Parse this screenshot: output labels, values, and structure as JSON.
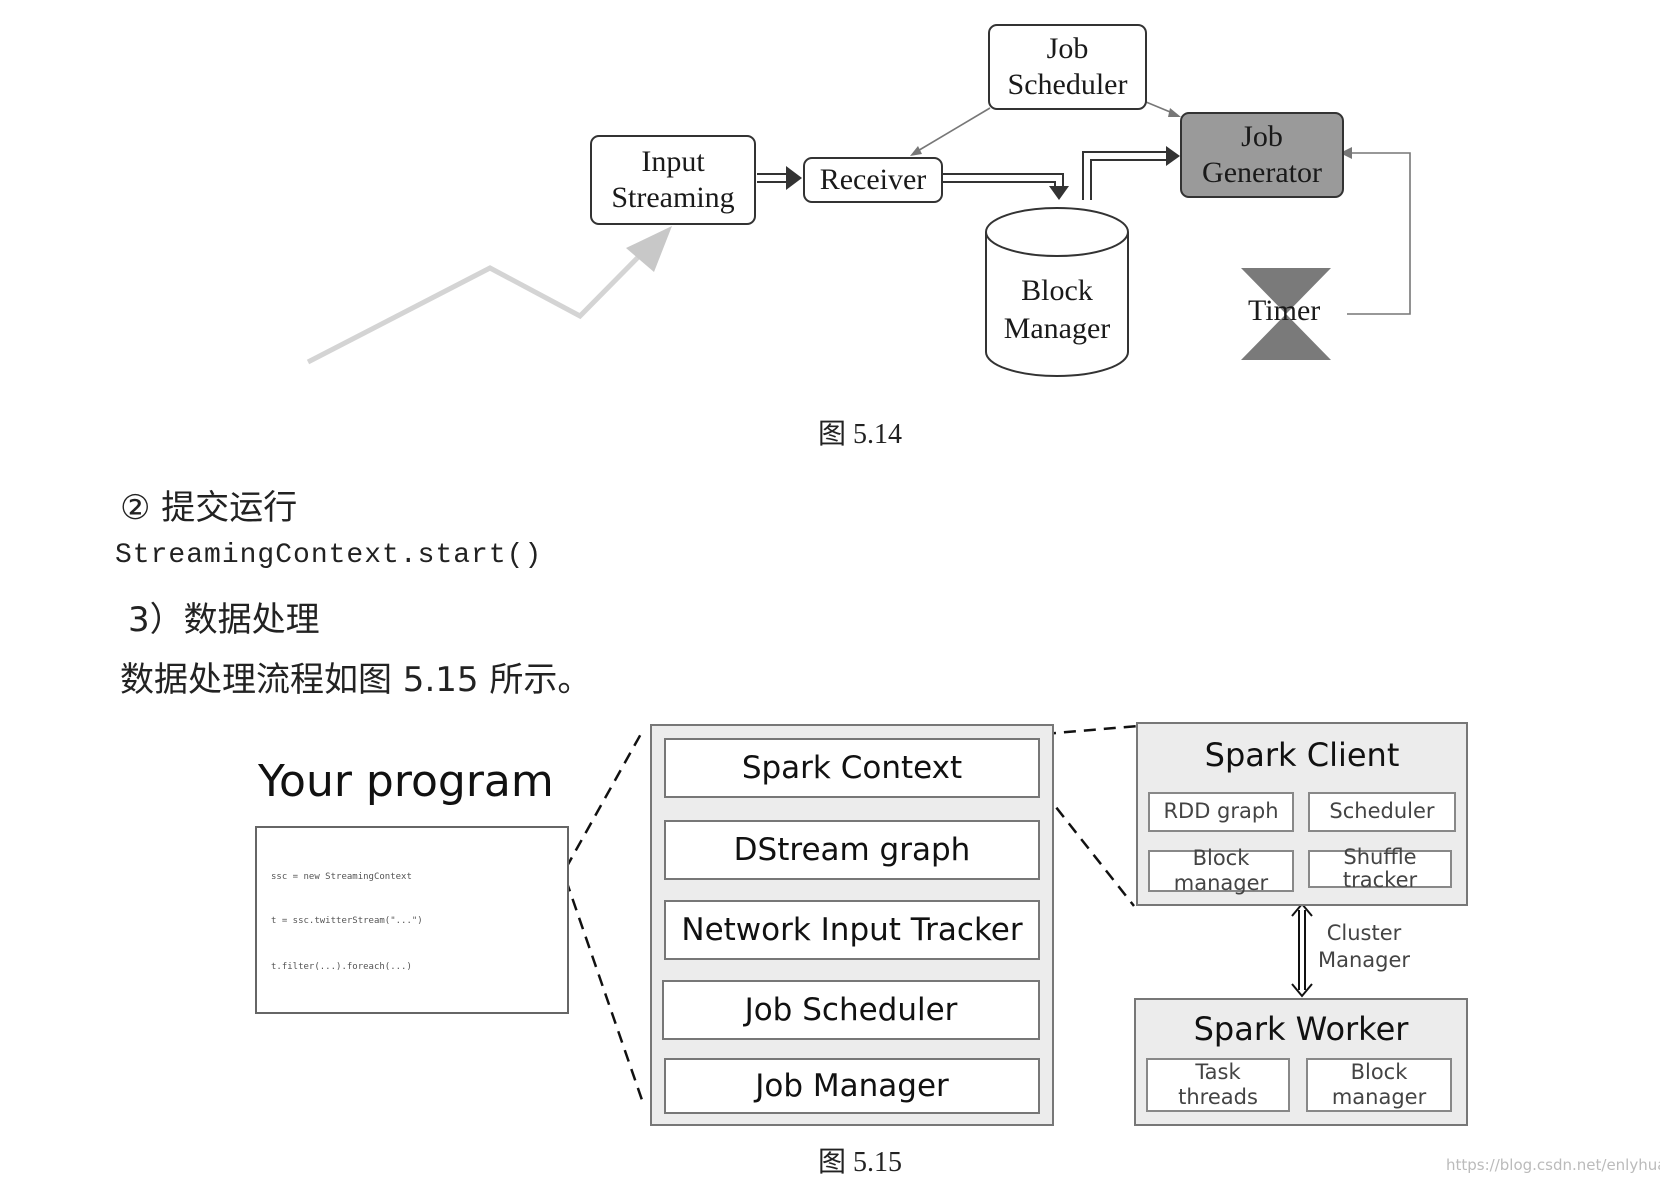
{
  "fig514": {
    "input_streaming": [
      "Input",
      "Streaming"
    ],
    "receiver": "Receiver",
    "job_scheduler": [
      "Job",
      "Scheduler"
    ],
    "job_generator": [
      "Job",
      "Generator"
    ],
    "block_manager": [
      "Block",
      "Manager"
    ],
    "timer": "Timer",
    "caption": "图 5.14"
  },
  "text": {
    "step2": "② 提交运行",
    "code": "StreamingContext.start()",
    "step3": "3）数据处理",
    "paragraph": "数据处理流程如图 5.15 所示。"
  },
  "fig515": {
    "your_program": "Your program",
    "code_lines": [
      "ssc = new StreamingContext",
      "t = ssc.twitterStream(\"...\")",
      "t.filter(...).foreach(...)"
    ],
    "layers": [
      "Spark Context",
      "DStream graph",
      "Network Input Tracker",
      "Job Scheduler",
      "Job Manager"
    ],
    "spark_client": {
      "title": "Spark Client",
      "cells": [
        "RDD graph",
        "Scheduler",
        "Block manager",
        "Shuffle tracker"
      ]
    },
    "cluster_manager": [
      "Cluster",
      "Manager"
    ],
    "spark_worker": {
      "title": "Spark Worker",
      "cells": [
        "Task threads",
        "Block manager"
      ]
    },
    "caption": "图 5.15"
  },
  "watermark": "https://blog.csdn.net/enlyhua"
}
